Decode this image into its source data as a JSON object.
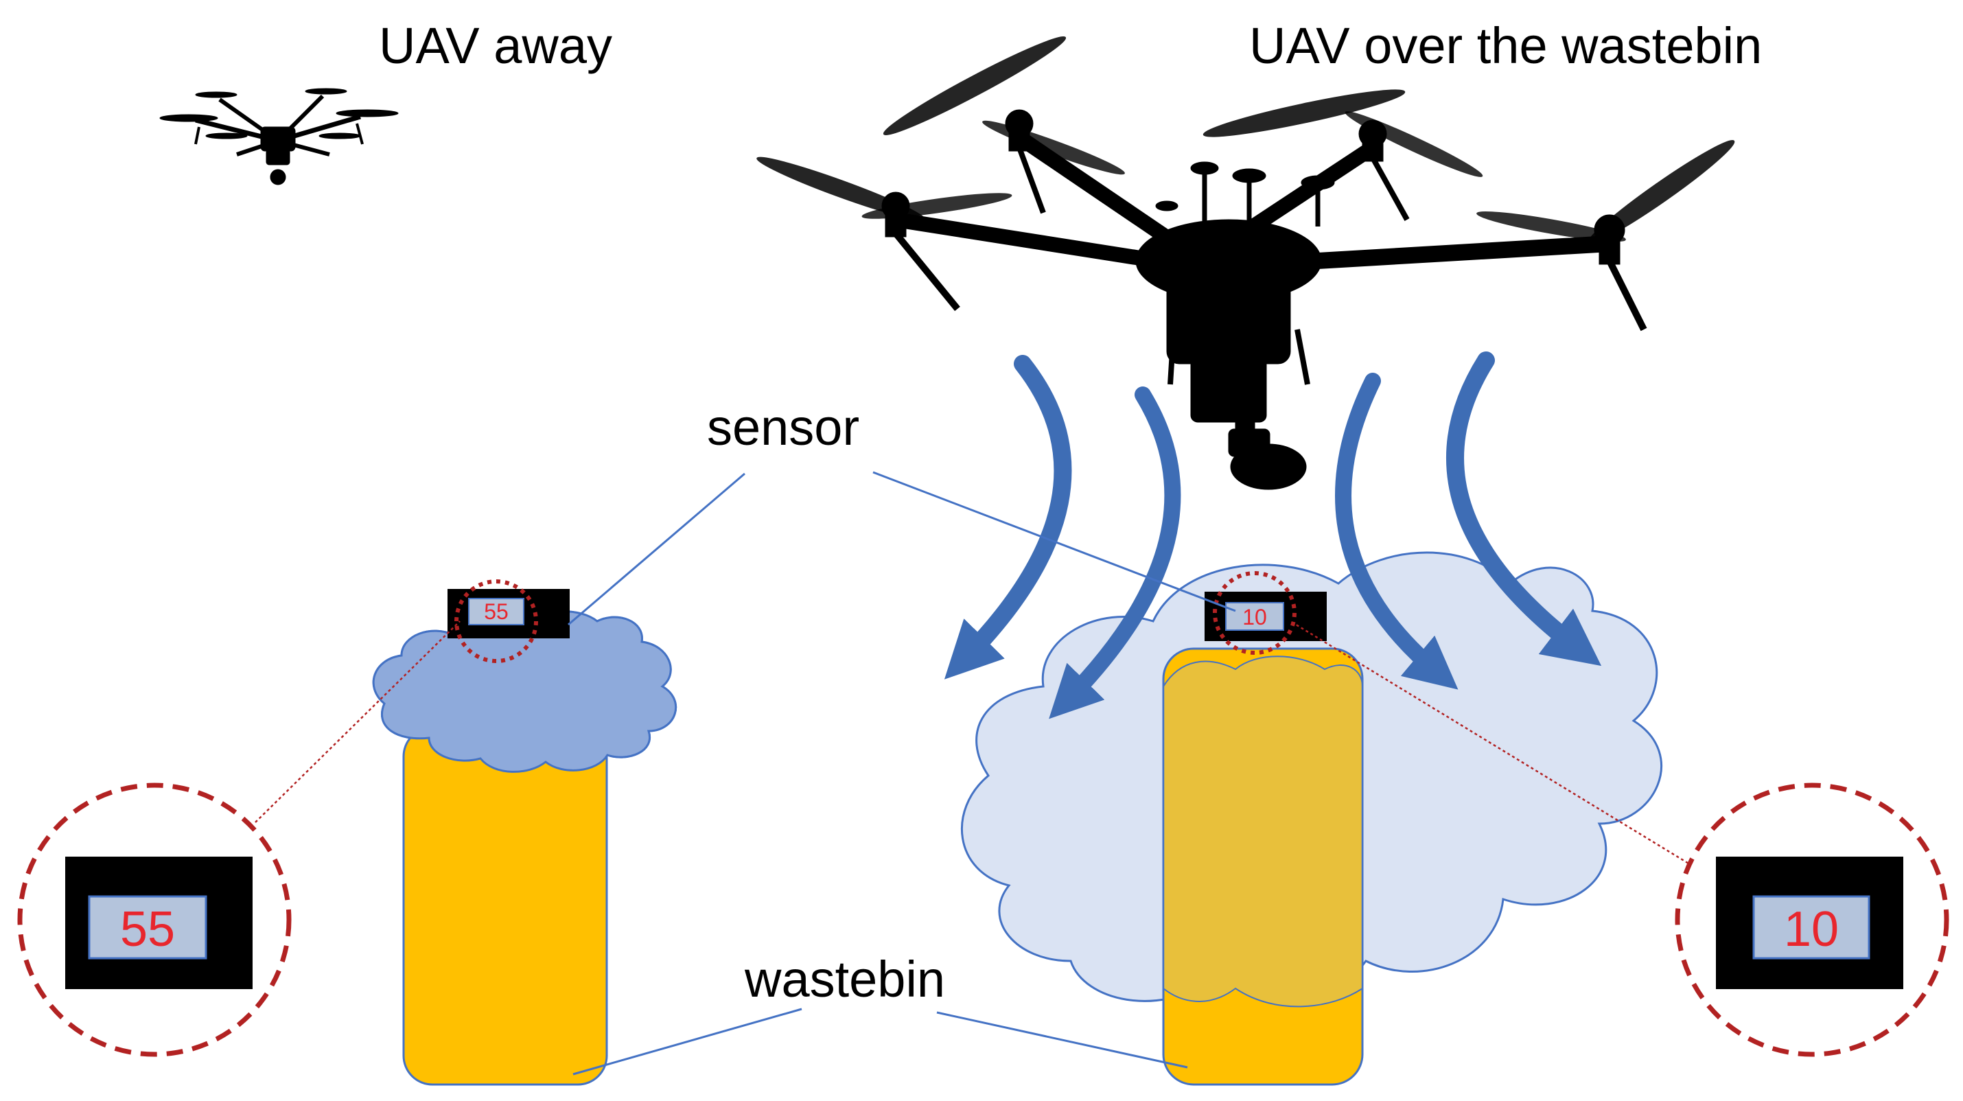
{
  "titles": {
    "uav_away": "UAV away",
    "uav_over": "UAV over the wastebin"
  },
  "labels": {
    "sensor": "sensor",
    "wastebin": "wastebin"
  },
  "sensor_readings": {
    "away_small": "55",
    "away_zoom": "55",
    "over_small": "10",
    "over_zoom": "10"
  },
  "colors": {
    "bin": "#ffc000",
    "bin_overlay": "#dcb83c",
    "cloud_small": "#8eaadb",
    "cloud_large": "#dae3f3",
    "cloud_outline": "#4472c4",
    "airflow_arrow": "#3e6db5",
    "leader_line": "#4472c4",
    "zoom_circle": "#b22222",
    "reading_text": "#e8262d",
    "sensor_body": "#000000",
    "sensor_display": "#b4c4dc",
    "drone": "#000000"
  },
  "icons": {
    "small_drone": "drone-icon",
    "large_drone": "drone-icon"
  }
}
